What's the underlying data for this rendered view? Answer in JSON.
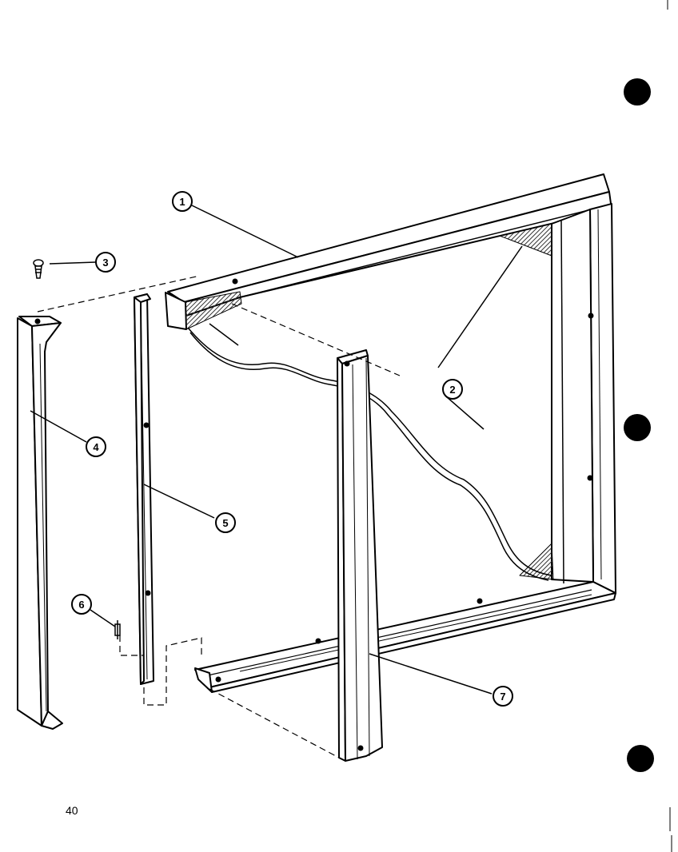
{
  "page_number": "40",
  "callouts": [
    {
      "id": "1",
      "text": "1"
    },
    {
      "id": "2",
      "text": "2"
    },
    {
      "id": "3",
      "text": "3"
    },
    {
      "id": "4",
      "text": "4"
    },
    {
      "id": "5",
      "text": "5"
    },
    {
      "id": "6",
      "text": "6"
    },
    {
      "id": "7",
      "text": "7"
    }
  ],
  "colors": {
    "ink": "#000000",
    "paper": "#ffffff",
    "hatch": "#444444"
  }
}
